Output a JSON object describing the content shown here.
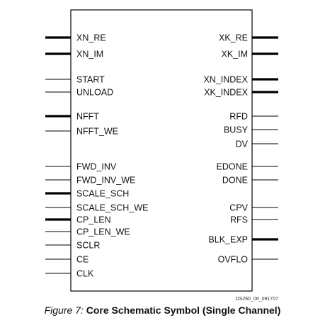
{
  "diagram": {
    "left_pins": [
      {
        "label": "XN_RE",
        "bus": true
      },
      {
        "label": "XN_IM",
        "bus": true
      },
      {
        "label": "START",
        "bus": false
      },
      {
        "label": "UNLOAD",
        "bus": false
      },
      {
        "label": "NFFT",
        "bus": true
      },
      {
        "label": "NFFT_WE",
        "bus": false
      },
      {
        "label": "FWD_INV",
        "bus": false
      },
      {
        "label": "FWD_INV_WE",
        "bus": false
      },
      {
        "label": "SCALE_SCH",
        "bus": true
      },
      {
        "label": "SCALE_SCH_WE",
        "bus": false
      },
      {
        "label": "CP_LEN",
        "bus": true
      },
      {
        "label": "CP_LEN_WE",
        "bus": false
      },
      {
        "label": "SCLR",
        "bus": false
      },
      {
        "label": "CE",
        "bus": false
      },
      {
        "label": "CLK",
        "bus": false
      }
    ],
    "right_pins": [
      {
        "label": "XK_RE",
        "bus": true
      },
      {
        "label": "XK_IM",
        "bus": true
      },
      {
        "label": "XN_INDEX",
        "bus": true
      },
      {
        "label": "XK_INDEX",
        "bus": true
      },
      {
        "label": "RFD",
        "bus": false
      },
      {
        "label": "BUSY",
        "bus": false
      },
      {
        "label": "DV",
        "bus": false
      },
      {
        "label": "EDONE",
        "bus": false
      },
      {
        "label": "DONE",
        "bus": false
      },
      {
        "label": "CPV",
        "bus": false
      },
      {
        "label": "RFS",
        "bus": false
      },
      {
        "label": "BLK_EXP",
        "bus": true
      },
      {
        "label": "OVFLO",
        "bus": false
      }
    ],
    "drawing_code": "DS260_06_091707"
  },
  "caption": {
    "figure": "Figure 7:",
    "title": "Core Schematic Symbol (Single Channel)"
  }
}
